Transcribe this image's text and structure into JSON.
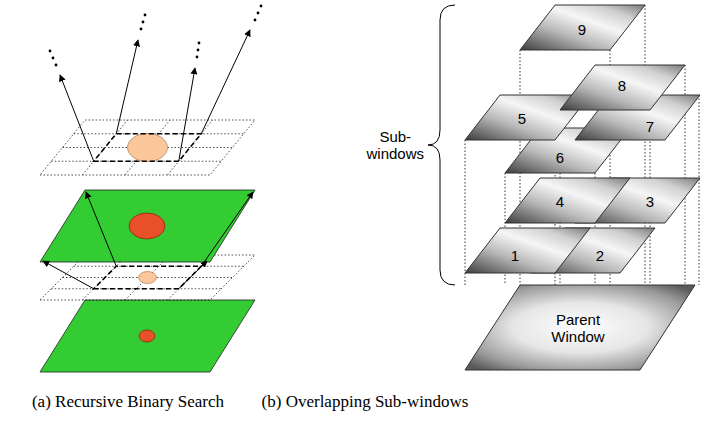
{
  "diagram": {
    "nodes": [
      {
        "text": [
          "9"
        ]
      },
      {
        "text": [
          "8"
        ]
      },
      {
        "text": [
          "5"
        ]
      },
      {
        "text": [
          "7"
        ]
      },
      {
        "text": [
          "6"
        ]
      },
      {
        "text": [
          "4"
        ]
      },
      {
        "text": [
          "3"
        ]
      },
      {
        "text": [
          "1"
        ]
      },
      {
        "text": [
          "2"
        ]
      },
      {
        "text": [
          "Parent Window"
        ]
      }
    ],
    "labels": [
      "Sub-windows",
      "(a) Recursive Binary Search",
      "(b) Overlapping Sub-windows"
    ]
  }
}
